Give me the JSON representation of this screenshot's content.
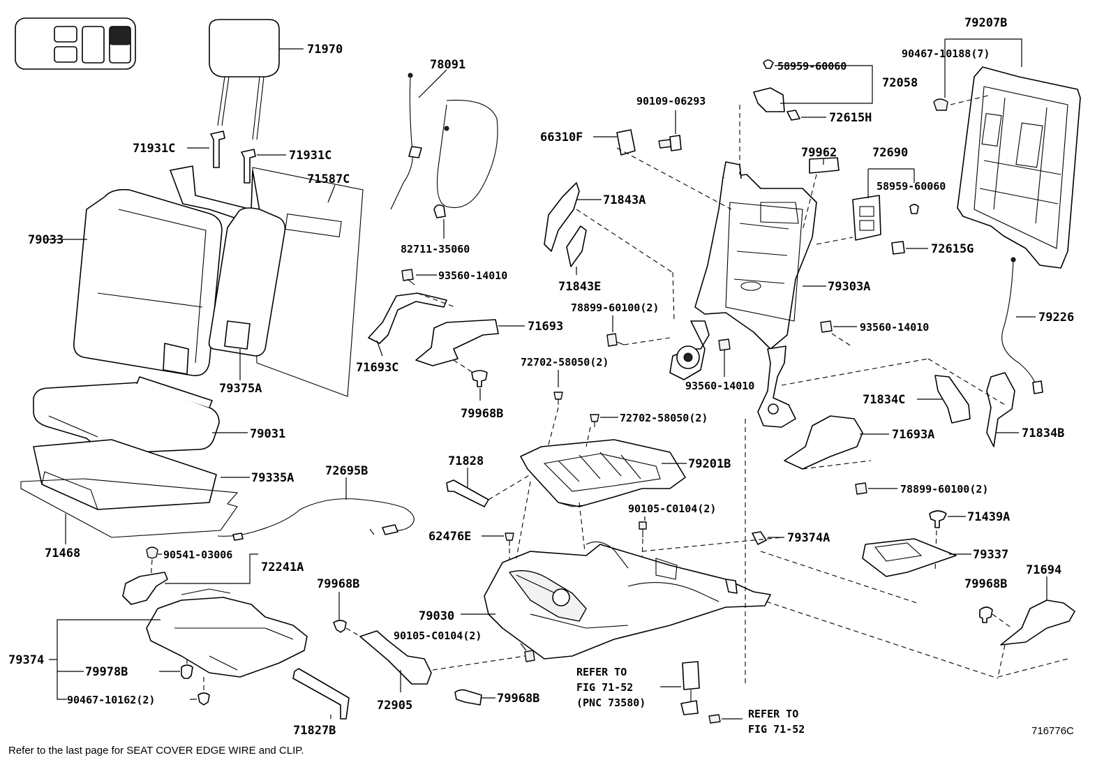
{
  "labels": {
    "l71970": "71970",
    "l78091": "78091",
    "l79207B": "79207B",
    "l90467_10188": "90467-10188(7)",
    "l58959_60060a": "58959-60060",
    "l72058": "72058",
    "l90109_06293": "90109-06293",
    "l72615H": "72615H",
    "l71931C_left": "71931C",
    "l71931C_right": "71931C",
    "l66310F": "66310F",
    "l79962": "79962",
    "l72690": "72690",
    "l71587C": "71587C",
    "l58959_60060b": "58959-60060",
    "l71843A": "71843A",
    "l79033": "79033",
    "l82711_35060": "82711-35060",
    "l72615G": "72615G",
    "l93560_14010a": "93560-14010",
    "l71843E": "71843E",
    "l79303A": "79303A",
    "l78899_60100a": "78899-60100(2)",
    "l79226": "79226",
    "l71693": "71693",
    "l93560_14010b": "93560-14010",
    "l71693C": "71693C",
    "l72702_58050a": "72702-58050(2)",
    "l93560_14010c": "93560-14010",
    "l79375A": "79375A",
    "l71834C": "71834C",
    "l79968B_a": "79968B",
    "l72702_58050b": "72702-58050(2)",
    "l79031": "79031",
    "l71693A": "71693A",
    "l71834B": "71834B",
    "l71828": "71828",
    "l79201B": "79201B",
    "l72695B": "72695B",
    "l79335A": "79335A",
    "l78899_60100b": "78899-60100(2)",
    "l90105_C0104a": "90105-C0104(2)",
    "l71439A": "71439A",
    "l62476E": "62476E",
    "l79374A": "79374A",
    "l71468": "71468",
    "l90541_03006": "90541-03006",
    "l79337": "79337",
    "l72241A": "72241A",
    "l71694": "71694",
    "l79968B_b": "79968B",
    "l79968B_c": "79968B",
    "l79030": "79030",
    "l90105_C0104b": "90105-C0104(2)",
    "l79374": "79374",
    "l79978B": "79978B",
    "l90467_10162": "90467-10162(2)",
    "l72905": "72905",
    "l79968B_d": "79968B",
    "l71827B": "71827B"
  },
  "refer_left": {
    "line1": "REFER TO",
    "line2": "FIG 71-52",
    "line3": "(PNC 73580)"
  },
  "refer_right": {
    "line1": "REFER TO",
    "line2": "FIG 71-52"
  },
  "footer_note": "Refer to the last page for SEAT COVER EDGE WIRE and CLIP.",
  "figure_code": "716776C",
  "seat_layout_icon": "seat-position-indicator-icon"
}
